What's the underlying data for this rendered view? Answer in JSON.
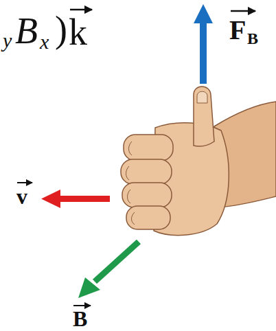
{
  "diagram": {
    "labels": [
      "y",
      "B",
      "x",
      ")",
      "k",
      "F",
      "B",
      "v",
      "B"
    ]
  }
}
